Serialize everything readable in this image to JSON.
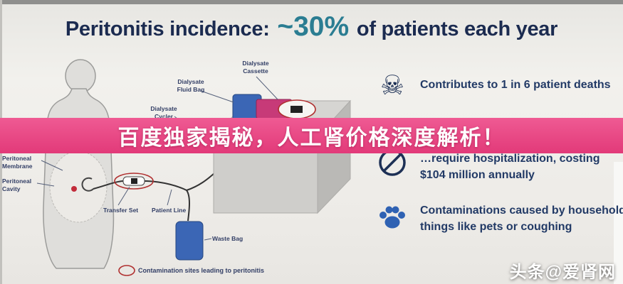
{
  "title": {
    "prefix": "Peritonitis incidence: ",
    "highlight": "~30%",
    "suffix": " of patients each year"
  },
  "banner": {
    "text": "百度独家揭秘，人工肾价格深度解析！"
  },
  "watermark": {
    "text": "头条@爱肾网"
  },
  "diagram": {
    "labels": {
      "dialysate_cassette": "Dialysate Cassette",
      "dialysate_fluid_bag": "Dialysate Fluid Bag",
      "dialysate_cycler": "Dialysate Cycler",
      "peritoneal_membrane": "Peritoneal Membrane",
      "peritoneal_cavity": "Peritoneal Cavity",
      "transfer_set": "Transfer Set",
      "patient_line": "Patient Line",
      "waste_bag": "Waste Bag"
    },
    "legend": "Contamination sites leading to peritonitis"
  },
  "facts": [
    {
      "icon": "skull-icon",
      "glyph": "☠",
      "text": "Contributes to 1 in 6 patient deaths"
    },
    {
      "icon": "no-entry-icon",
      "text": "…require hospitalization, costing $104 million annually"
    },
    {
      "icon": "paw-icon",
      "text": "Contaminations caused by household things like pets or coughing"
    }
  ],
  "colors": {
    "banner_pink": "#e84080",
    "title_navy": "#1b2b50",
    "highlight_teal": "#2b7d92",
    "bag_blue": "#3b66b5",
    "cassette_pink": "#c73a78",
    "contamination_red": "#b03030"
  }
}
